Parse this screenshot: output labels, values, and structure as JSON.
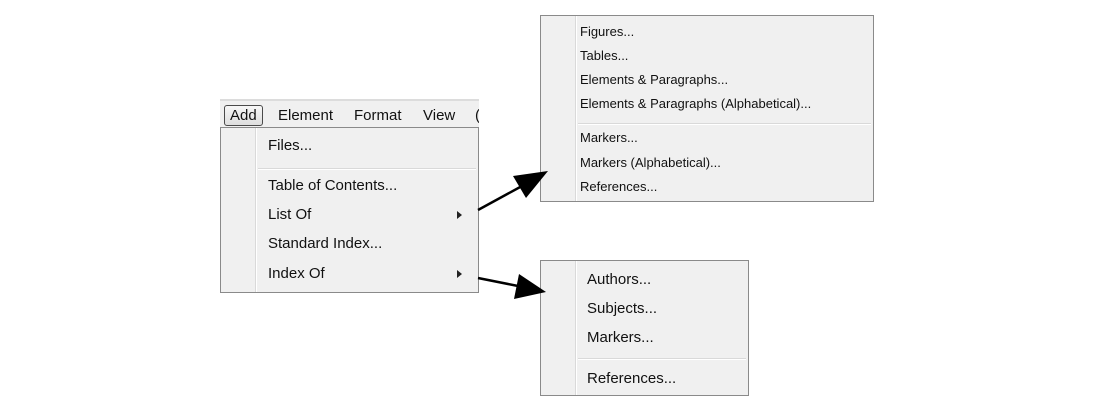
{
  "menubar": {
    "items": [
      {
        "label": "Add",
        "active": true
      },
      {
        "label": "Element"
      },
      {
        "label": "Format"
      },
      {
        "label": "View"
      }
    ]
  },
  "add_menu": {
    "items": [
      {
        "label": "Files..."
      },
      {
        "label": "Table of Contents..."
      },
      {
        "label": "List Of",
        "submenu": true
      },
      {
        "label": "Standard Index..."
      },
      {
        "label": "Index Of",
        "submenu": true
      }
    ]
  },
  "list_of_submenu": {
    "items": [
      {
        "label": "Figures..."
      },
      {
        "label": "Tables..."
      },
      {
        "label": "Elements & Paragraphs..."
      },
      {
        "label": "Elements & Paragraphs (Alphabetical)..."
      },
      {
        "label": "Markers..."
      },
      {
        "label": "Markers (Alphabetical)..."
      },
      {
        "label": "References..."
      }
    ]
  },
  "index_of_submenu": {
    "items": [
      {
        "label": "Authors..."
      },
      {
        "label": "Subjects..."
      },
      {
        "label": "Markers..."
      },
      {
        "label": "References..."
      }
    ]
  },
  "icons": {
    "submenu_indicator": "triangle-right-icon",
    "callout_arrow": "arrow-icon"
  },
  "colors": {
    "menu_background": "#f0f0f0",
    "menu_border": "#8a8a8a",
    "arrow": "#000000"
  }
}
